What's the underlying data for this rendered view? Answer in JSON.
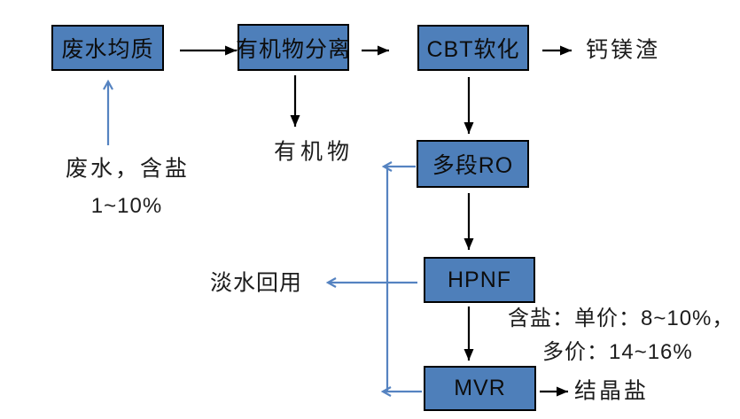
{
  "diagram": {
    "type": "flowchart",
    "background": "#ffffff",
    "colors": {
      "node_fill": "#4E7FBA",
      "node_border": "#000000",
      "process_arrow": "#000000",
      "water_arrow": "#5583C1"
    },
    "nodes": [
      {
        "id": "wastewater-homogenization",
        "label": "废水均质"
      },
      {
        "id": "organics-separation",
        "label": "有机物分离"
      },
      {
        "id": "cbt-softening",
        "label": "CBT软化"
      },
      {
        "id": "multistage-ro",
        "label": "多段RO"
      },
      {
        "id": "hpnf",
        "label": "HPNF"
      },
      {
        "id": "mvr",
        "label": "MVR"
      }
    ],
    "annotations": {
      "feed_line1": "废水，含盐",
      "feed_line2": "1~10%",
      "organics_out": "有机物",
      "ca_mg_residue": "钙镁渣",
      "fresh_water_reuse": "淡水回用",
      "salt_note_line1": "含盐：单价：8~10%，",
      "salt_note_line2": "多价：14~16%",
      "crystal_salt": "结晶盐"
    }
  }
}
